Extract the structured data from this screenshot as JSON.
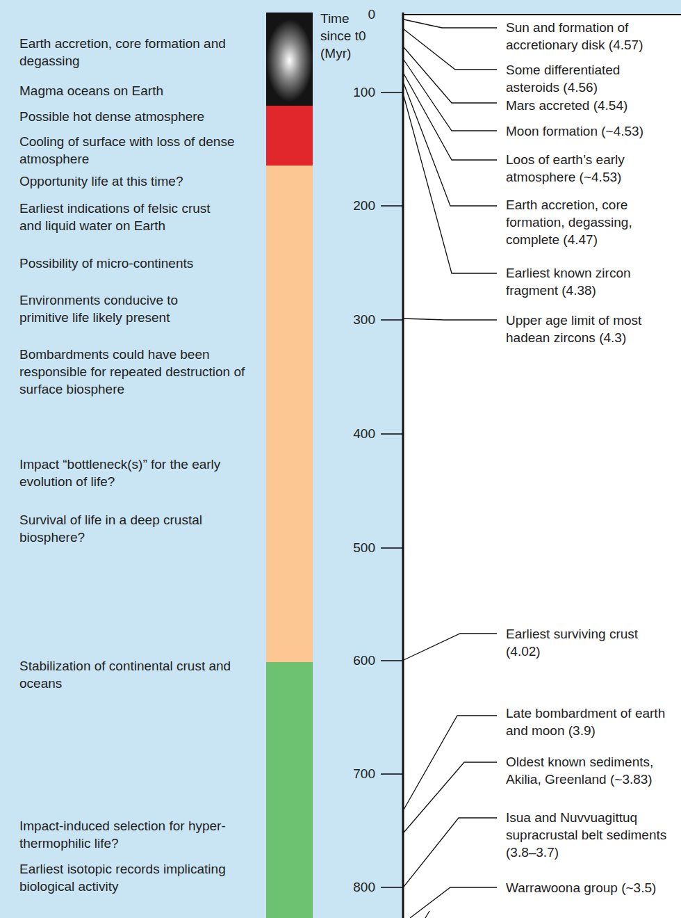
{
  "diagram": {
    "labels": [
      "Earth accretion, core formation and degassing",
      "Magma oceans on Earth",
      "Possible hot dense atmosphere",
      "Cooling of surface with loss of dense atmosphere",
      "Opportunity life at this time?",
      "Earliest indications of felsic crust and liquid water on Earth",
      "Possibility of micro-continents",
      "Environments conducive to primitive life likely present",
      "Bombardments could have been responsible for repeated destruction of surface biosphere",
      "Impact “bottleneck(s)” for the early evolution of life?",
      "Survival of life in a deep crustal biosphere?",
      "Stabilization of continental crust and oceans",
      "Impact-induced selection for hyper-thermophilic life?",
      "Earliest isotopic records implicating biological activity",
      "Time since t0 (Myr)",
      "0",
      "100",
      "200",
      "300",
      "400",
      "500",
      "600",
      "700",
      "800",
      "Sun and formation of accretionary disk (4.57)",
      "Some differentiated asteroids (4.56)",
      "Mars accreted (4.54)",
      "Moon formation (~4.53)",
      "Loos of earth’s early atmosphere (~4.53)",
      "Earth accretion, core formation, degassing, complete (4.47)",
      "Earliest known zircon fragment (4.38)",
      "Upper age limit of most hadean zircons (4.3)",
      "Earliest surviving crust (4.02)",
      "Late bombardment of earth and moon (3.9)",
      "Oldest known sediments, Akilia, Greenland (~3.83)",
      "Isua and Nuvvuagittuq supracrustal belt sediments (3.8–3.7)",
      "Warrawoona group (~3.5)"
    ]
  }
}
